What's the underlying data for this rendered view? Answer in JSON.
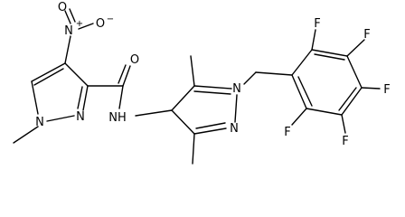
{
  "structure": {
    "atoms": {
      "n_nitro": "N",
      "n_plus": "+",
      "o_top": "O",
      "o_right": "O",
      "o_minus": "−",
      "o_amide": "O",
      "nh": "NH",
      "n1_pz1": "N",
      "n2_pz1": "N",
      "n1_pz2": "N",
      "n2_pz2": "N",
      "f_top": "F",
      "f_top_right": "F",
      "f_right": "F",
      "f_bottom_right": "F",
      "f_bottom_left": "F"
    }
  }
}
